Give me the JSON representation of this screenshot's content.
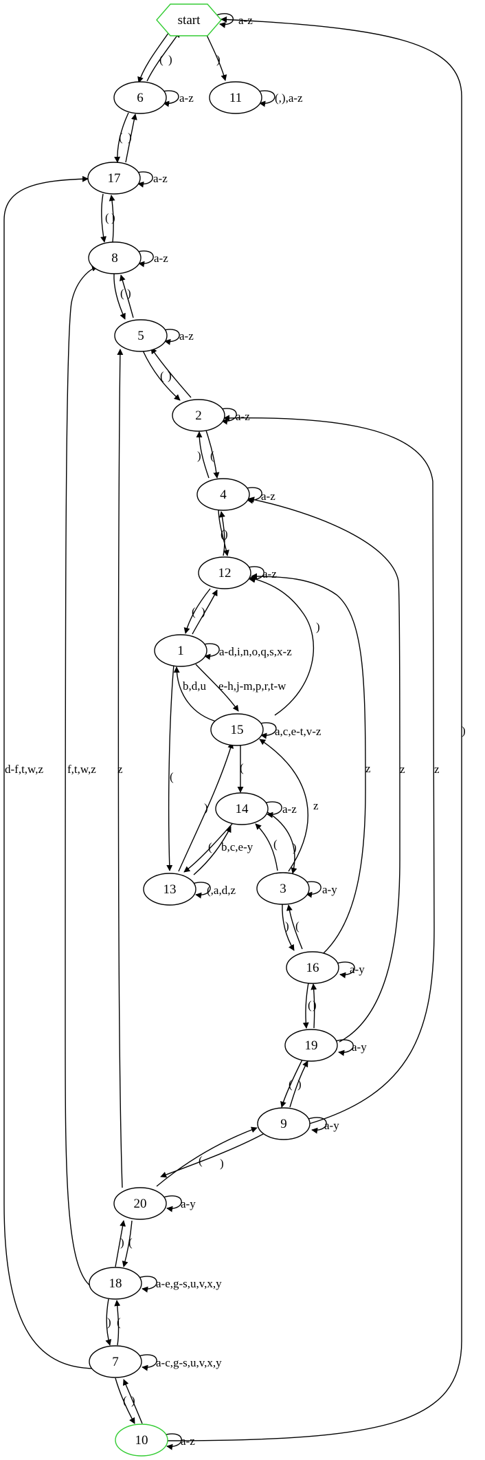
{
  "colors": {
    "stroke": "#000000",
    "start_end_stroke": "#33cc33",
    "background": "#ffffff"
  },
  "nodes": {
    "start": "start",
    "n6": "6",
    "n11": "11",
    "n17": "17",
    "n8": "8",
    "n5": "5",
    "n2": "2",
    "n4": "4",
    "n12": "12",
    "n1": "1",
    "n15": "15",
    "n14": "14",
    "n13": "13",
    "n3": "3",
    "n16": "16",
    "n19": "19",
    "n9": "9",
    "n20": "20",
    "n18": "18",
    "n7": "7",
    "n10": "10"
  },
  "edges": {
    "start_self": "a-z",
    "start_6": "(",
    "six_start": ")",
    "start_11": ")",
    "n11_self": "(,),a-z",
    "n6_self": "a-z",
    "n6_17": "(",
    "n17_6": ")",
    "n17_self": "a-z",
    "n17_8": "(",
    "n8_17": ")",
    "n8_self": "a-z",
    "n8_5": "(",
    "n5_8": ")",
    "n5_self": "a-z",
    "n5_2": "(",
    "n2_5": ")",
    "n2_self": "a-z",
    "n2_4": "(",
    "n4_2": ")",
    "n4_self": "a-z",
    "n4_12": "(",
    "n12_4": ")",
    "n12_self": "a-z",
    "n12_1": "(",
    "n1_12": ")",
    "n1_self": "a-d,i,n,o,q,s,x-z",
    "n1_15": "e-h,j-m,p,r,t-w",
    "n15_1": "b,d,u",
    "n15_12": ")",
    "n15_self": "a,c,e-t,v-z",
    "n1_13": "(",
    "n13_15": ")",
    "n15_14": "(",
    "n14_self": "a-z",
    "n14_13": "(",
    "n13_14": "b,c,e-y",
    "n13_self": "(,a,d,z",
    "n14_3": ")",
    "n3_14": "(",
    "n3_15": "z",
    "n3_self": "a-y",
    "n3_16": ")",
    "n16_3": "(",
    "n16_12": "z",
    "n16_self": "a-y",
    "n16_19": "(",
    "n19_16": ")",
    "n19_4": "z",
    "n19_self": "a-y",
    "n19_9": "(",
    "n9_19": ")",
    "n9_self": "a-y",
    "n9_2": "z",
    "n9_20": ")",
    "n20_9": "(",
    "n20_self": "a-y",
    "n20_5": "z",
    "n20_18": "(",
    "n18_20": ")",
    "n18_self": "a-e,g-s,u,v,x,y",
    "n18_8": "f,t,w,z",
    "n18_7": ")",
    "n7_18": "(",
    "n7_self": "a-c,g-s,u,v,x,y",
    "n7_17": "d-f,t,w,z",
    "n7_10": "(",
    "n10_7": ")",
    "n10_self": "a-z",
    "n10_start": ")"
  }
}
